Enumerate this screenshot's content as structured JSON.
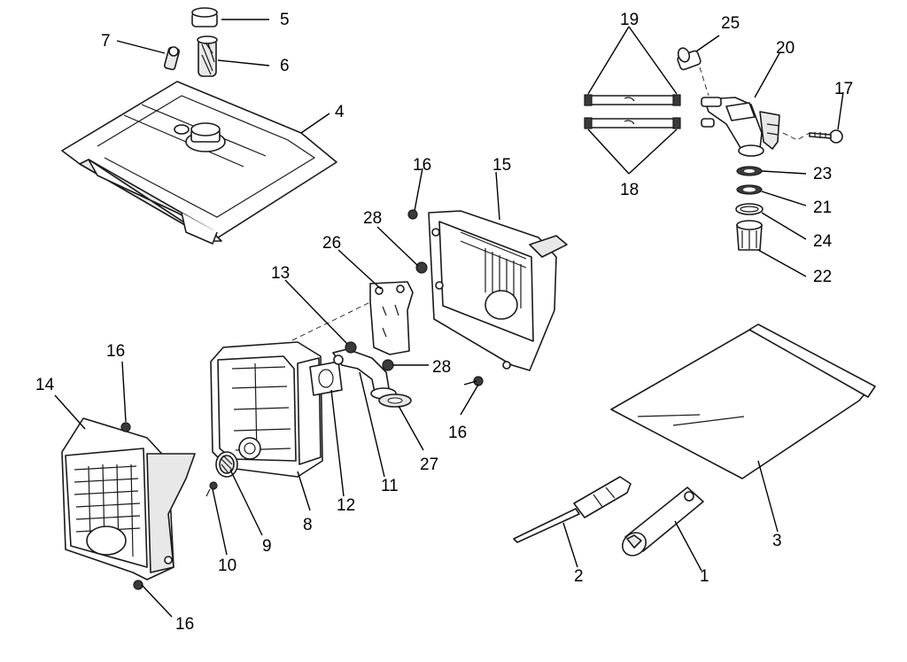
{
  "diagram": {
    "callouts": {
      "c1": "1",
      "c2": "2",
      "c3": "3",
      "c4": "4",
      "c5": "5",
      "c6": "6",
      "c7": "7",
      "c8": "8",
      "c9": "9",
      "c10": "10",
      "c11": "11",
      "c12": "12",
      "c13": "13",
      "c14": "14",
      "c15": "15",
      "c16a": "16",
      "c16b": "16",
      "c16c": "16",
      "c16d": "16",
      "c17": "17",
      "c18": "18",
      "c19": "19",
      "c20": "20",
      "c21": "21",
      "c22": "22",
      "c23": "23",
      "c24": "24",
      "c25": "25",
      "c26": "26",
      "c27": "27",
      "c28a": "28",
      "c28b": "28"
    }
  }
}
